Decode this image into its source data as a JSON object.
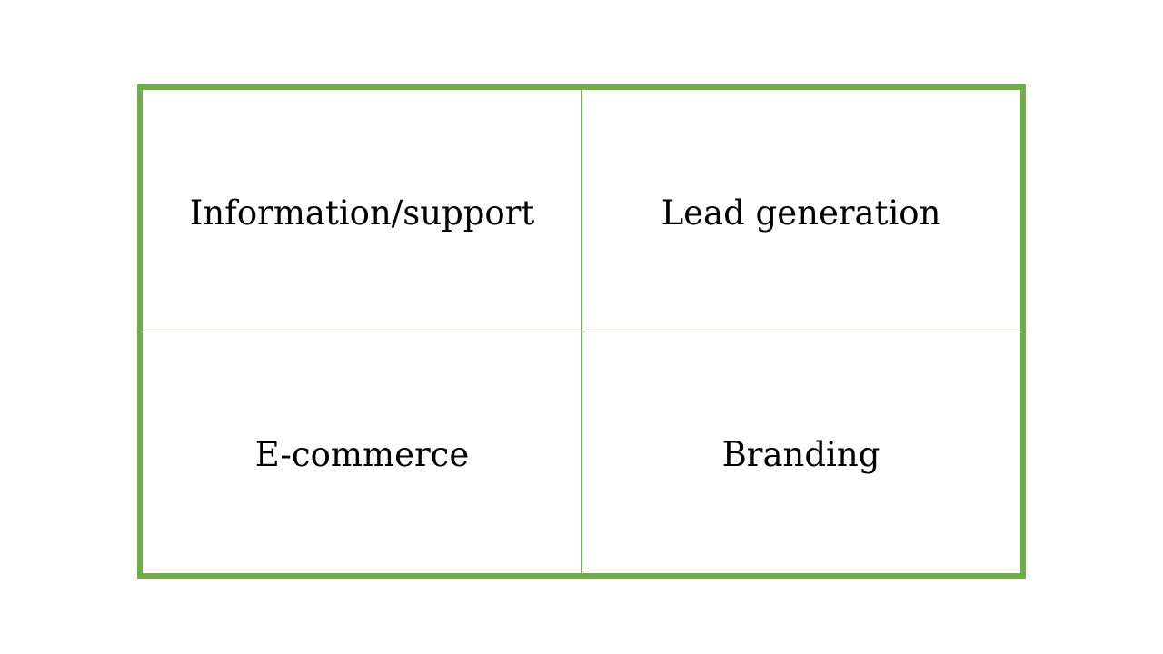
{
  "diagram": {
    "border_color": "#70ad47",
    "cells": [
      {
        "label": "Information/support"
      },
      {
        "label": "Lead generation"
      },
      {
        "label": "E-commerce"
      },
      {
        "label": "Branding"
      }
    ]
  }
}
